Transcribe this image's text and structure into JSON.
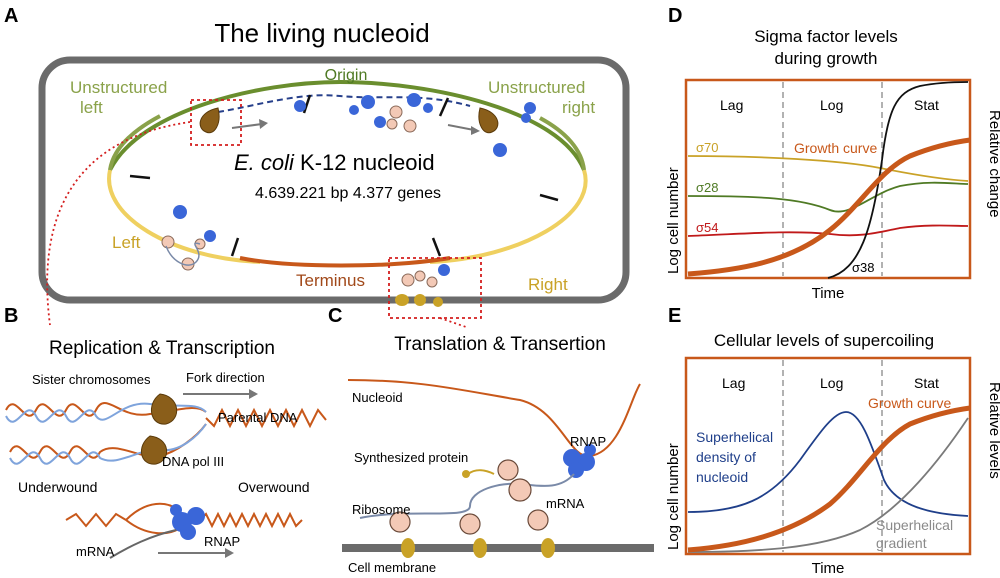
{
  "panels": {
    "a": {
      "letter": "A",
      "title": "The living nucleoid",
      "origin": "Origin",
      "unstructured_left": [
        "Unstructured",
        "left"
      ],
      "unstructured_right": [
        "Unstructured",
        "right"
      ],
      "nucleoid_name_italic": "E. coli",
      "nucleoid_name_rest": " K-12 nucleoid",
      "stats": "4.639.221 bp 4.377 genes",
      "left": "Left",
      "right": "Right",
      "terminus": "Terminus"
    },
    "b": {
      "letter": "B",
      "title": "Replication & Transcription",
      "sister": "Sister chromosomes",
      "fork": "Fork direction",
      "parental": "Parental DNA",
      "dnapol": "DNA pol III",
      "underwound": "Underwound",
      "overwound": "Overwound",
      "mrna": "mRNA",
      "rnap": "RNAP"
    },
    "c": {
      "letter": "C",
      "title": "Translation & Transertion",
      "nucleoid": "Nucleoid",
      "rnap": "RNAP",
      "synth": "Synthesized protein",
      "mrna": "mRNA",
      "ribosome": "Ribosome",
      "membrane": "Cell membrane"
    },
    "d": {
      "letter": "D",
      "title": [
        "Sigma factor levels",
        "during growth"
      ],
      "lag": "Lag",
      "log": "Log",
      "stat": "Stat",
      "ylabel": "Log cell number",
      "y2label": "Relative change",
      "xlabel": "Time",
      "growth": "Growth curve",
      "s70": "σ70",
      "s28": "σ28",
      "s54": "σ54",
      "s38": "σ38"
    },
    "e": {
      "letter": "E",
      "title": "Cellular levels of supercoiling",
      "lag": "Lag",
      "log": "Log",
      "stat": "Stat",
      "ylabel": "Log cell number",
      "y2label": "Relative levels",
      "xlabel": "Time",
      "growth": "Growth curve",
      "density": [
        "Superhelical",
        "density of",
        "nucleoid"
      ],
      "gradient": [
        "Superhelical",
        "gradient"
      ]
    }
  },
  "colors": {
    "orange": "#c8581a",
    "green": "#5a8a2a",
    "olive": "#8aa24a",
    "gold": "#c9a227",
    "red": "#c0191a",
    "blue": "#3a66d8",
    "navy": "#1f3f8a",
    "brown": "#7a5418",
    "pink": "#f3c9b6",
    "gray": "#6e6e6e"
  }
}
